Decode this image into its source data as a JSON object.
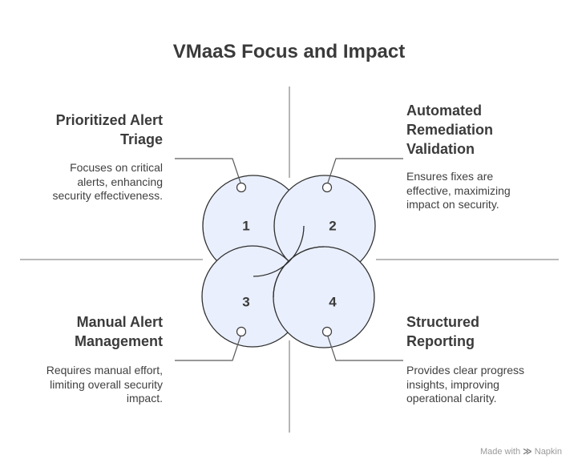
{
  "title": "VMaaS Focus and Impact",
  "quadrants": [
    {
      "number": "1",
      "heading_lines": [
        "Prioritized Alert",
        "Triage"
      ],
      "description_lines": [
        "Focuses on critical",
        "alerts, enhancing",
        "security effectiveness."
      ]
    },
    {
      "number": "2",
      "heading_lines": [
        "Automated",
        "Remediation",
        "Validation"
      ],
      "description_lines": [
        "Ensures fixes are",
        "effective, maximizing",
        "impact on security."
      ]
    },
    {
      "number": "3",
      "heading_lines": [
        "Manual Alert",
        "Management"
      ],
      "description_lines": [
        "Requires manual effort,",
        "limiting overall security",
        "impact."
      ]
    },
    {
      "number": "4",
      "heading_lines": [
        "Structured",
        "Reporting"
      ],
      "description_lines": [
        "Provides clear progress",
        "insights, improving",
        "operational clarity."
      ]
    }
  ],
  "footer": {
    "made_with": "Made with",
    "brand": "Napkin"
  },
  "colors": {
    "circle_fill": "#e9effc",
    "circle_stroke": "#2f2f2f",
    "axis": "#8f8f8f",
    "text": "#3d3d3d"
  }
}
